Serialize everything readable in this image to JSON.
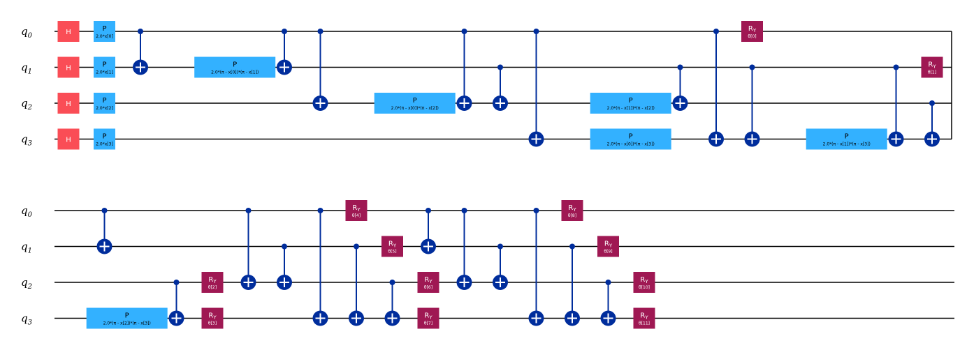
{
  "colors": {
    "wire": "#000000",
    "h": "#fa4d56",
    "p": "#33b1ff",
    "ry": "#9f1853",
    "cx": "#002d9c",
    "text_dark": "#000000",
    "text_light": "#ffffff"
  },
  "qubits": [
    {
      "base": "q",
      "sub": "0"
    },
    {
      "base": "q",
      "sub": "1"
    },
    {
      "base": "q",
      "sub": "2"
    },
    {
      "base": "q",
      "sub": "3"
    }
  ],
  "ry_label": {
    "base": "R",
    "sub": "Y"
  },
  "rows": [
    {
      "ops": [
        {
          "t": "H",
          "q": 0,
          "c": 0,
          "label": "H"
        },
        {
          "t": "H",
          "q": 1,
          "c": 0,
          "label": "H"
        },
        {
          "t": "H",
          "q": 2,
          "c": 0,
          "label": "H"
        },
        {
          "t": "H",
          "q": 3,
          "c": 0,
          "label": "H"
        },
        {
          "t": "P",
          "q": 0,
          "c": 1,
          "label": "P",
          "param": "2.0*x[0]"
        },
        {
          "t": "P",
          "q": 1,
          "c": 1,
          "label": "P",
          "param": "2.0*x[1]"
        },
        {
          "t": "P",
          "q": 2,
          "c": 1,
          "label": "P",
          "param": "2.0*x[2]"
        },
        {
          "t": "P",
          "q": 3,
          "c": 1,
          "label": "P",
          "param": "2.0*x[3]"
        },
        {
          "t": "CX",
          "c": 2,
          "ctrl": 0,
          "tgt": 1
        },
        {
          "t": "P",
          "q": 1,
          "c": 3.8,
          "label": "P",
          "param": "2.0*(π - x[0])*(π - x[1])",
          "wide": true
        },
        {
          "t": "CX",
          "c": 6,
          "ctrl": 0,
          "tgt": 1
        },
        {
          "t": "CX",
          "c": 7,
          "ctrl": 0,
          "tgt": 2
        },
        {
          "t": "P",
          "q": 2,
          "c": 8.8,
          "label": "P",
          "param": "2.0*(π - x[0])*(π - x[2])",
          "wide": true
        },
        {
          "t": "CX",
          "c": 11,
          "ctrl": 0,
          "tgt": 2
        },
        {
          "t": "CX",
          "c": 12,
          "ctrl": 1,
          "tgt": 2
        },
        {
          "t": "CX",
          "c": 13,
          "ctrl": 0,
          "tgt": 3
        },
        {
          "t": "P",
          "q": 2,
          "c": 14.8,
          "label": "P",
          "param": "2.0*(π - x[1])*(π - x[2])",
          "wide": true
        },
        {
          "t": "P",
          "q": 3,
          "c": 14.8,
          "label": "P",
          "param": "2.0*(π - x[0])*(π - x[3])",
          "wide": true
        },
        {
          "t": "CX",
          "c": 17,
          "ctrl": 1,
          "tgt": 2
        },
        {
          "t": "CX",
          "c": 18,
          "ctrl": 0,
          "tgt": 3
        },
        {
          "t": "RY",
          "q": 0,
          "c": 19,
          "param": "θ[0]"
        },
        {
          "t": "CX",
          "c": 19,
          "ctrl": 1,
          "tgt": 3
        },
        {
          "t": "P",
          "q": 3,
          "c": 20.8,
          "label": "P",
          "param": "2.0*(π - x[1])*(π - x[3])",
          "wide": true
        },
        {
          "t": "CX",
          "c": 23,
          "ctrl": 1,
          "tgt": 3
        },
        {
          "t": "RY",
          "q": 1,
          "c": 24,
          "param": "θ[1]"
        },
        {
          "t": "CX",
          "c": 24,
          "ctrl": 2,
          "tgt": 3
        }
      ]
    },
    {
      "ops": [
        {
          "t": "P",
          "q": 3,
          "c": 0.8,
          "label": "P",
          "param": "2.0*(π - x[2])*(π - x[3])",
          "wide": true
        },
        {
          "t": "CX",
          "c": 1,
          "ctrl": 0,
          "tgt": 1
        },
        {
          "t": "CX",
          "c": 3,
          "ctrl": 2,
          "tgt": 3
        },
        {
          "t": "RY",
          "q": 2,
          "c": 4,
          "param": "θ[2]"
        },
        {
          "t": "RY",
          "q": 3,
          "c": 4,
          "param": "θ[3]"
        },
        {
          "t": "CX",
          "c": 5,
          "ctrl": 0,
          "tgt": 2
        },
        {
          "t": "CX",
          "c": 6,
          "ctrl": 1,
          "tgt": 2
        },
        {
          "t": "CX",
          "c": 7,
          "ctrl": 0,
          "tgt": 3
        },
        {
          "t": "RY",
          "q": 0,
          "c": 8,
          "param": "θ[4]"
        },
        {
          "t": "CX",
          "c": 8,
          "ctrl": 1,
          "tgt": 3
        },
        {
          "t": "RY",
          "q": 1,
          "c": 9,
          "param": "θ[5]"
        },
        {
          "t": "CX",
          "c": 9,
          "ctrl": 2,
          "tgt": 3
        },
        {
          "t": "RY",
          "q": 2,
          "c": 10,
          "param": "θ[6]"
        },
        {
          "t": "RY",
          "q": 3,
          "c": 10,
          "param": "θ[7]"
        },
        {
          "t": "CX",
          "c": 10,
          "ctrl": 0,
          "tgt": 1
        },
        {
          "t": "CX",
          "c": 11,
          "ctrl": 0,
          "tgt": 2
        },
        {
          "t": "CX",
          "c": 12,
          "ctrl": 1,
          "tgt": 2
        },
        {
          "t": "CX",
          "c": 13,
          "ctrl": 0,
          "tgt": 3
        },
        {
          "t": "RY",
          "q": 0,
          "c": 14,
          "param": "θ[8]"
        },
        {
          "t": "CX",
          "c": 14,
          "ctrl": 1,
          "tgt": 3
        },
        {
          "t": "RY",
          "q": 1,
          "c": 15,
          "param": "θ[9]"
        },
        {
          "t": "CX",
          "c": 15,
          "ctrl": 2,
          "tgt": 3
        },
        {
          "t": "RY",
          "q": 2,
          "c": 16,
          "param": "θ[10]"
        },
        {
          "t": "RY",
          "q": 3,
          "c": 16,
          "param": "θ[11]"
        }
      ]
    }
  ]
}
